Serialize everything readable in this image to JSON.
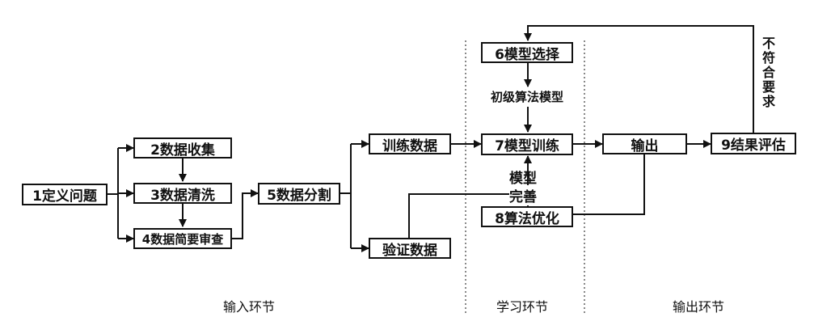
{
  "nodes": {
    "define_problem": "1定义问题",
    "data_collection": "2数据收集",
    "data_cleaning": "3数据清洗",
    "data_review": "4数据简要审查",
    "data_split": "5数据分割",
    "train_data": "训练数据",
    "validation_data": "验证数据",
    "model_selection": "6模型选择",
    "initial_model": "初级算法模型",
    "model_training": "7模型训练",
    "algorithm_optimization": "8算法优化",
    "output": "输出",
    "result_evaluation": "9结果评估"
  },
  "annotations": {
    "model_improve_line1": "模型",
    "model_improve_line2": "完善",
    "not_meet_requirements": "不符合要求"
  },
  "sections": {
    "input": "输入环节",
    "learning": "学习环节",
    "output": "输出环节"
  }
}
